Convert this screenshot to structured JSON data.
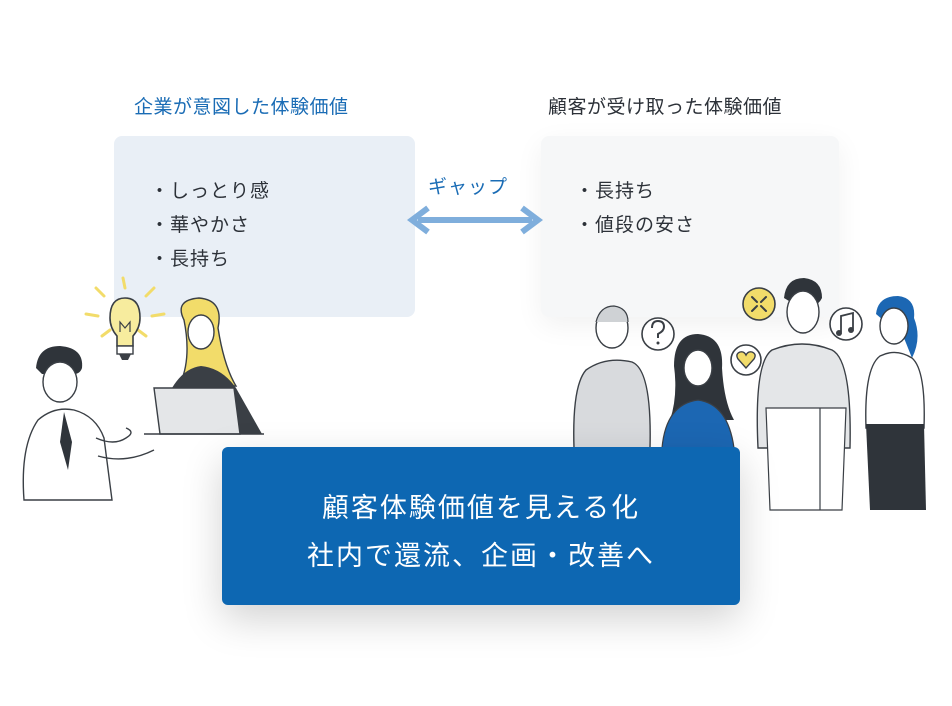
{
  "headings": {
    "left": "企業が意図した体験価値",
    "right": "顧客が受け取った体験価値"
  },
  "left_card": {
    "items": [
      "しっとり感",
      "華やかさ",
      "長持ち"
    ]
  },
  "right_card": {
    "items": [
      "長持ち",
      "値段の安さ"
    ]
  },
  "gap": {
    "label": "ギャップ"
  },
  "banner": {
    "line1": "顧客体験価値を見える化",
    "line2": "社内で還流、企画・改善へ"
  },
  "icons": {
    "lightbulb": "lightbulb-icon",
    "question": "question-bubble-icon",
    "angry": "angry-bubble-icon",
    "heart": "heart-bubble-icon",
    "music": "music-note-bubble-icon",
    "arrow": "double-arrow-icon"
  },
  "colors": {
    "accent": "#1a6cb5",
    "arrow": "#7faedc",
    "left_card_bg": "#e9eff6",
    "right_card_bg": "#f6f7f8",
    "banner_bg": "#0d67b2",
    "yellow": "#f2dc6a",
    "blue_person": "#1c67b3"
  }
}
